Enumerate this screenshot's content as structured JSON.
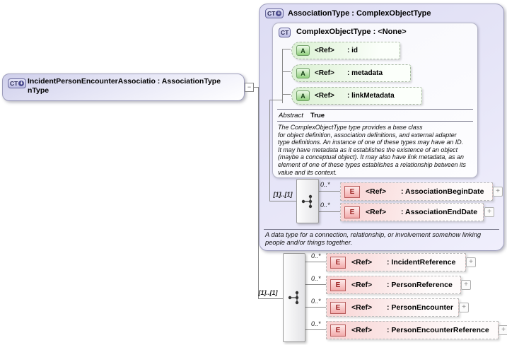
{
  "palette": {
    "type_box_fill": "#e3e3f7",
    "type_box_border": "#9c9cba",
    "attribute_fill": "#daf0d2",
    "attribute_badge_green": "#90cf7d",
    "element_fill": "#f8d2d2",
    "element_badge_border": "#b85c5c",
    "connector_line": "#8a8a8a"
  },
  "root": {
    "badge": "CT",
    "badge_plus": "+",
    "collapse_glyph": "−",
    "label_lines": [
      "IncidentPersonEncounterAssociatio : AssociationType",
      "nType"
    ]
  },
  "association_type": {
    "badge": "CT",
    "badge_plus": "+",
    "title": "AssociationType : ComplexObjectType",
    "base_type": {
      "badge": "CT",
      "title": "ComplexObjectType : <None>",
      "attributes": [
        {
          "badge": "A",
          "ref": "<Ref>",
          "name": ": id"
        },
        {
          "badge": "A",
          "ref": "<Ref>",
          "name": ": metadata"
        },
        {
          "badge": "A",
          "ref": "<Ref>",
          "name": ": linkMetadata"
        }
      ],
      "facet_name": "Abstract",
      "facet_value": "True",
      "documentation": "The ComplexObjectType type provides a base class\nfor object definition, association definitions, and external adapter\ntype definitions. An instance of one of these types may have an ID.\nIt may have metadata as it establishes the existence of an object\n(maybe a conceptual object). It may also have link metadata, as an\nelement of one of these types establishes a relationship between its\nvalue and its context."
    },
    "sequence": {
      "cardinality": "[1]..[1]",
      "elements": [
        {
          "badge": "E",
          "ref": "<Ref>",
          "name": ": AssociationBeginDate",
          "occurs": "0..*",
          "expander": "+"
        },
        {
          "badge": "E",
          "ref": "<Ref>",
          "name": ": AssociationEndDate",
          "occurs": "0..*",
          "expander": "+"
        }
      ]
    },
    "documentation": "A data type for a connection, relationship, or involvement somehow linking\npeople and/or things together."
  },
  "extension_sequence": {
    "cardinality": "[1]..[1]",
    "elements": [
      {
        "badge": "E",
        "ref": "<Ref>",
        "name": ": IncidentReference",
        "occurs": "0..*",
        "expander": "+"
      },
      {
        "badge": "E",
        "ref": "<Ref>",
        "name": ": PersonReference",
        "occurs": "0..*",
        "expander": "+"
      },
      {
        "badge": "E",
        "ref": "<Ref>",
        "name": ": PersonEncounter",
        "occurs": "0..*",
        "expander": "+"
      },
      {
        "badge": "E",
        "ref": "<Ref>",
        "name": ": PersonEncounterReference",
        "occurs": "0..*",
        "expander": "+"
      }
    ]
  }
}
